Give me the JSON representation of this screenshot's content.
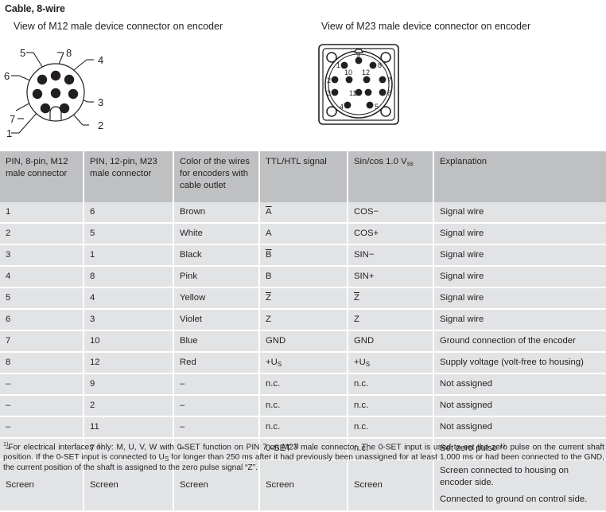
{
  "section": {
    "title": "Cable, 8-wire"
  },
  "figures": {
    "m12": {
      "caption": "View of M12 male device connector on encoder",
      "labels": [
        "1",
        "2",
        "3",
        "4",
        "5",
        "6",
        "7",
        "8"
      ]
    },
    "m23": {
      "caption": "View of M23 male device connector on encoder",
      "labels": [
        "1",
        "2",
        "3",
        "4",
        "5",
        "6",
        "7",
        "8",
        "9",
        "10",
        "11",
        "12"
      ]
    }
  },
  "table": {
    "headers": [
      "PIN, 8-pin, M12 male connector",
      "PIN, 12-pin, M23 male connector",
      "Color of the wires for encoders with cable outlet",
      "TTL/HTL signal",
      "Sin/cos 1.0 V",
      "Explanation"
    ],
    "header_subscripts": {
      "sin_cos": "ss"
    },
    "rows": [
      {
        "m12": "1",
        "m23": "6",
        "color": "Brown",
        "ttl": "A",
        "ttl_overline": true,
        "sincos": "COS−",
        "sincos_overline": false,
        "explanation": "Signal wire"
      },
      {
        "m12": "2",
        "m23": "5",
        "color": "White",
        "ttl": "A",
        "ttl_overline": false,
        "sincos": "COS+",
        "sincos_overline": false,
        "explanation": "Signal wire"
      },
      {
        "m12": "3",
        "m23": "1",
        "color": "Black",
        "ttl": "B",
        "ttl_overline": true,
        "sincos": "SIN−",
        "sincos_overline": false,
        "explanation": "Signal wire"
      },
      {
        "m12": "4",
        "m23": "8",
        "color": "Pink",
        "ttl": "B",
        "ttl_overline": false,
        "sincos": "SIN+",
        "sincos_overline": false,
        "explanation": "Signal wire"
      },
      {
        "m12": "5",
        "m23": "4",
        "color": "Yellow",
        "ttl": "Z",
        "ttl_overline": true,
        "sincos": "Z",
        "sincos_overline": true,
        "explanation": "Signal wire"
      },
      {
        "m12": "6",
        "m23": "3",
        "color": "Violet",
        "ttl": "Z",
        "ttl_overline": false,
        "sincos": "Z",
        "sincos_overline": false,
        "explanation": "Signal wire"
      },
      {
        "m12": "7",
        "m23": "10",
        "color": "Blue",
        "ttl": "GND",
        "ttl_overline": false,
        "sincos": "GND",
        "sincos_overline": false,
        "explanation": "Ground connection of the encoder"
      },
      {
        "m12": "8",
        "m23": "12",
        "color": "Red",
        "ttl": "+U",
        "ttl_sub": "S",
        "ttl_overline": false,
        "sincos": "+U",
        "sincos_sub": "S",
        "sincos_overline": false,
        "explanation": "Supply voltage (volt-free to housing)"
      },
      {
        "m12": "–",
        "m23": "9",
        "color": "–",
        "ttl": "n.c.",
        "ttl_overline": false,
        "sincos": "n.c.",
        "sincos_overline": false,
        "explanation": "Not assigned"
      },
      {
        "m12": "–",
        "m23": "2",
        "color": "–",
        "ttl": "n.c.",
        "ttl_overline": false,
        "sincos": "n.c.",
        "sincos_overline": false,
        "explanation": "Not assigned"
      },
      {
        "m12": "–",
        "m23": "11",
        "color": "–",
        "ttl": "n.c.",
        "ttl_overline": false,
        "sincos": "n.c.",
        "sincos_overline": false,
        "explanation": "Not assigned"
      },
      {
        "m12": "–",
        "m23": "7",
        "m23_footnote": "1)",
        "color": "–",
        "ttl": "0-SET",
        "ttl_footnote": "1)",
        "ttl_overline": false,
        "sincos": "n.c.",
        "sincos_overline": false,
        "explanation": "Set zero pulse",
        "explanation_footnote": "1)"
      }
    ],
    "screen_row": {
      "m12": "Screen",
      "m23": "Screen",
      "color": "Screen",
      "ttl": "Screen",
      "sincos": "Screen",
      "explanation_line1": "Screen connected to housing on encoder side.",
      "explanation_line2": "Connected to ground on control side."
    }
  },
  "footnote": {
    "mark": "1)",
    "text": "For electrical interfaces only: M, U, V, W with 0-SET function on PIN 7 on M23 male connector. The 0-SET input is used to set the zero pulse on the current shaft position. If the 0-SET input is connected to U",
    "sub": "S",
    "text2": " for longer than 250 ms after it had previously been unassigned for at least 1,000 ms or had been connected to the GND, the current position of the shaft is assigned to the zero pulse signal “Z”."
  },
  "colors": {
    "header_bg": "#bfc0c2",
    "cell_bg": "#e2e3e5",
    "text": "#231f20",
    "page_bg": "#ffffff"
  }
}
